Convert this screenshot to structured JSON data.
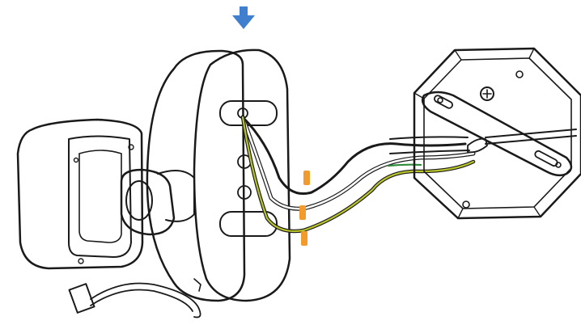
{
  "figure": {
    "arrow_icon": "down-arrow-icon",
    "colors": {
      "outline": "#1a1a1a",
      "arrow": "#3f7fcd",
      "wire_connector": "#f39a2c",
      "hot_wire": "#1a1a1a",
      "neutral_wire": "#ffffff",
      "ground_wire_stripe": "#b8c42a",
      "ground_wire_green": "#2e8b3a",
      "background": "#ffffff"
    },
    "wire_connectors": 3,
    "wires": [
      "hot",
      "neutral",
      "ground"
    ]
  }
}
